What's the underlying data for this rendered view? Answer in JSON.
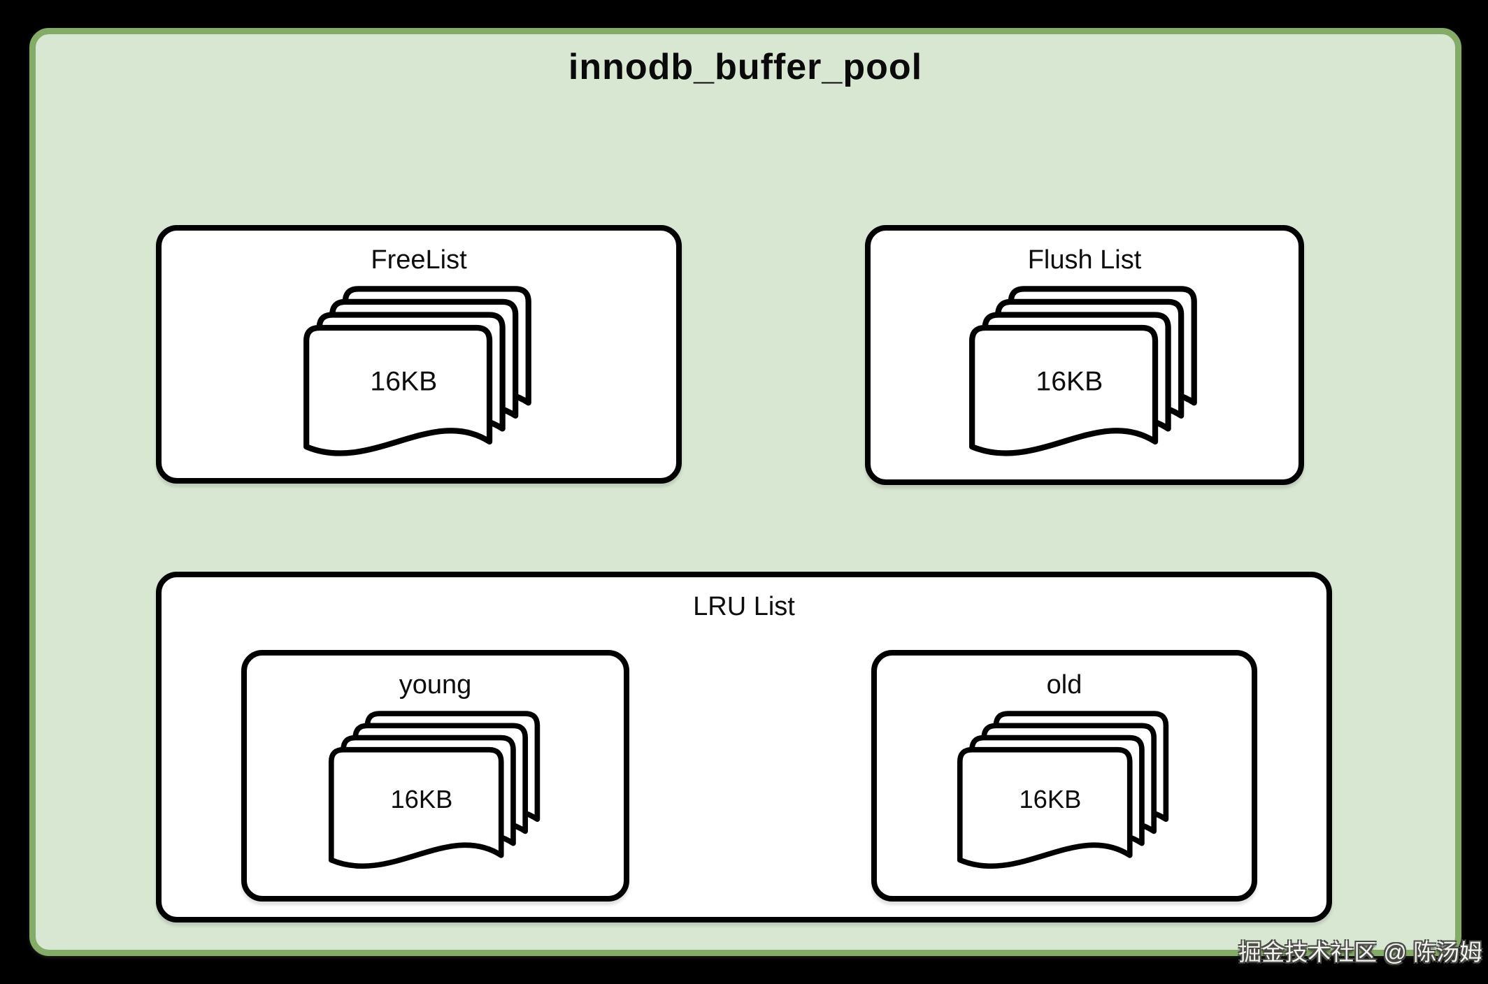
{
  "title": "innodb_buffer_pool",
  "watermark": "掘金技术社区 @ 陈汤姆",
  "colors": {
    "background": "#000000",
    "pool_fill": "#d8e7d2",
    "pool_border": "#85ab68",
    "box_fill": "#ffffff",
    "box_border": "#000000",
    "text": "#0d0d0d",
    "watermark_text": "#f2f2ef"
  },
  "icons": {
    "page_stack": "stacked-pages-with-wavy-bottom"
  },
  "boxes": {
    "freelist": {
      "label": "FreeList",
      "page_size": "16KB"
    },
    "flush_list": {
      "label": "Flush List",
      "page_size": "16KB"
    },
    "lru": {
      "label": "LRU List",
      "young": {
        "label": "young",
        "page_size": "16KB"
      },
      "old": {
        "label": "old",
        "page_size": "16KB"
      }
    }
  }
}
